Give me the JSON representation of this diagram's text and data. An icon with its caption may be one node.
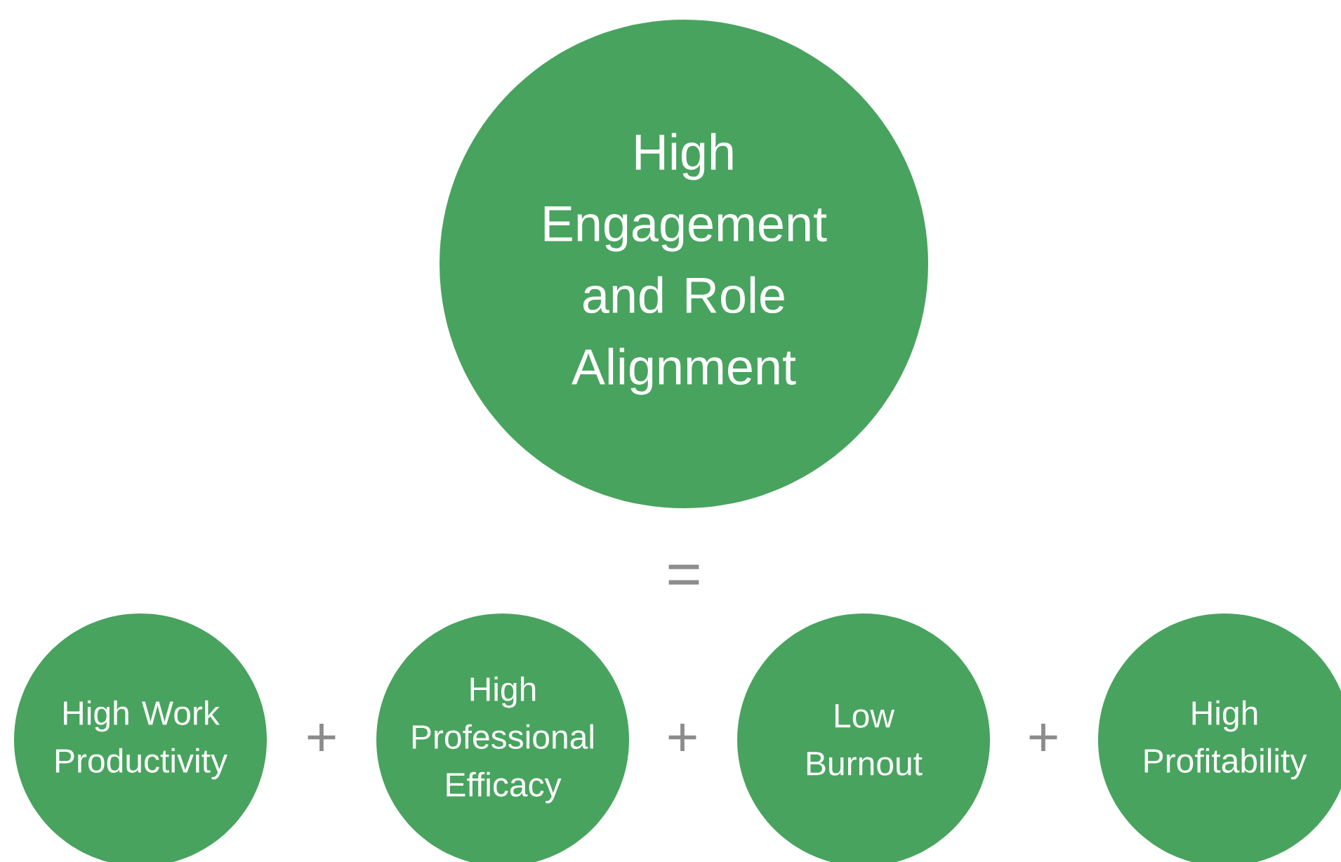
{
  "diagram": {
    "nodes": [
      {
        "text": [
          "High Engagement and Role Alignment"
        ]
      },
      {
        "text": [
          "High Work Productivity"
        ]
      },
      {
        "text": [
          "High Professional Efficacy"
        ]
      },
      {
        "text": [
          "Low Burnout"
        ]
      },
      {
        "text": [
          "High Profitability"
        ]
      }
    ],
    "labels": [
      "=",
      "+",
      "+",
      "+"
    ]
  }
}
